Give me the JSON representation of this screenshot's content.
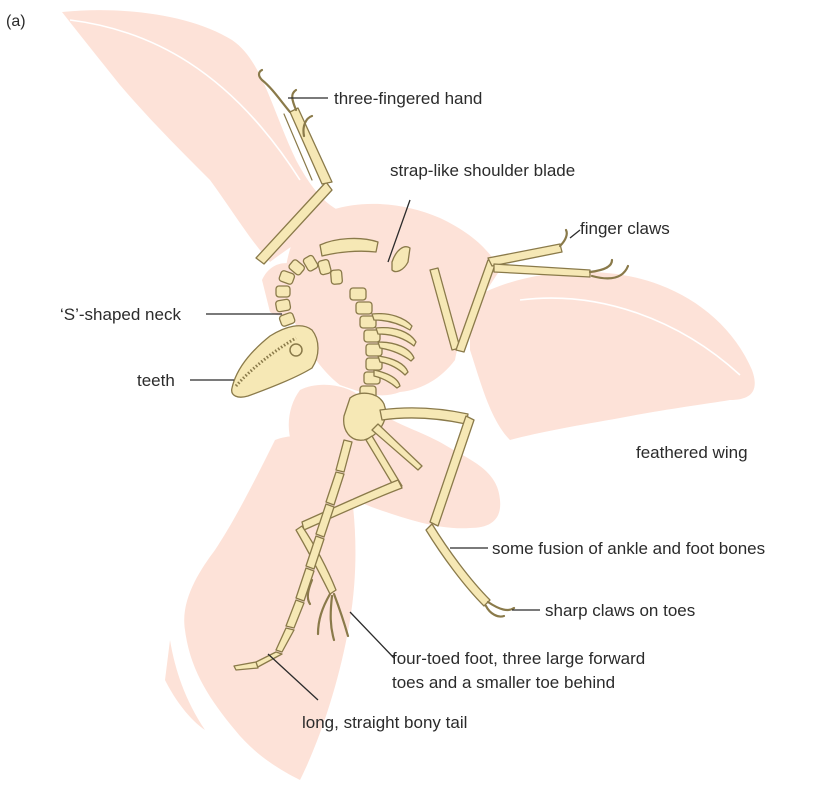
{
  "panel_label": "(a)",
  "labels": {
    "hand": "three-fingered hand",
    "shoulder": "strap-like shoulder blade",
    "finger_claws": "finger claws",
    "neck": "‘S’-shaped neck",
    "teeth": "teeth",
    "wing": "feathered wing",
    "ankle_line1": "some fusion of ankle and foot bones",
    "toe_claws": "sharp claws on toes",
    "foot_line1": "four-toed foot, three large forward",
    "foot_line2": "toes and a smaller toe behind",
    "tail": "long, straight bony tail"
  },
  "colors": {
    "feather": "#fde2d8",
    "bone": "#f6e8b5",
    "bone_outline": "#8a7a4a",
    "text": "#2b2b2b"
  }
}
